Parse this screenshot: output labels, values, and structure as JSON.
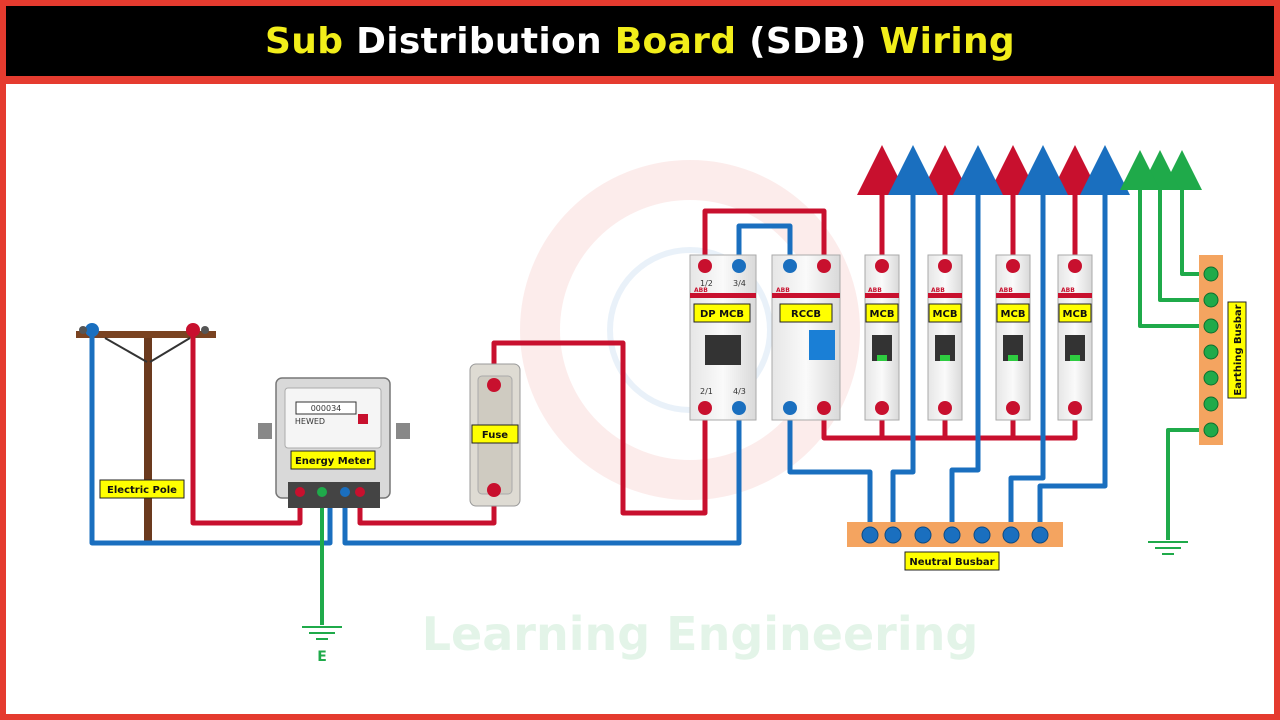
{
  "title": {
    "parts": [
      {
        "text": "Sub",
        "color": "#f2ee1a"
      },
      {
        "text": " Distribution ",
        "color": "#ffffff"
      },
      {
        "text": "Board",
        "color": "#f2ee1a"
      },
      {
        "text": " (SDB) ",
        "color": "#ffffff"
      },
      {
        "text": "Wiring",
        "color": "#f2ee1a"
      }
    ]
  },
  "labels": {
    "electric_pole": "Electric Pole",
    "energy_meter": "Energy Meter",
    "fuse": "Fuse",
    "dp_mcb": "DP MCB",
    "rccb": "RCCB",
    "mcb": "MCB",
    "neutral_busbar": "Neutral Busbar",
    "earthing_busbar": "Earthing Busbar",
    "earth": "E",
    "brand": "ABB"
  },
  "terminals": {
    "dp_top_left": "1/2",
    "dp_top_right": "3/4",
    "dp_bottom_left": "2/1",
    "dp_bottom_right": "4/3"
  },
  "meter": {
    "reading": "000034",
    "brand": "HEWED"
  },
  "watermark": "Learning Engineering",
  "colors": {
    "phase": "#c8102e",
    "neutral": "#1a6fbf",
    "earth": "#1faa4a",
    "busbar": "#f4a460",
    "label_bg": "#ffff00",
    "frame": "#e53b2f"
  }
}
